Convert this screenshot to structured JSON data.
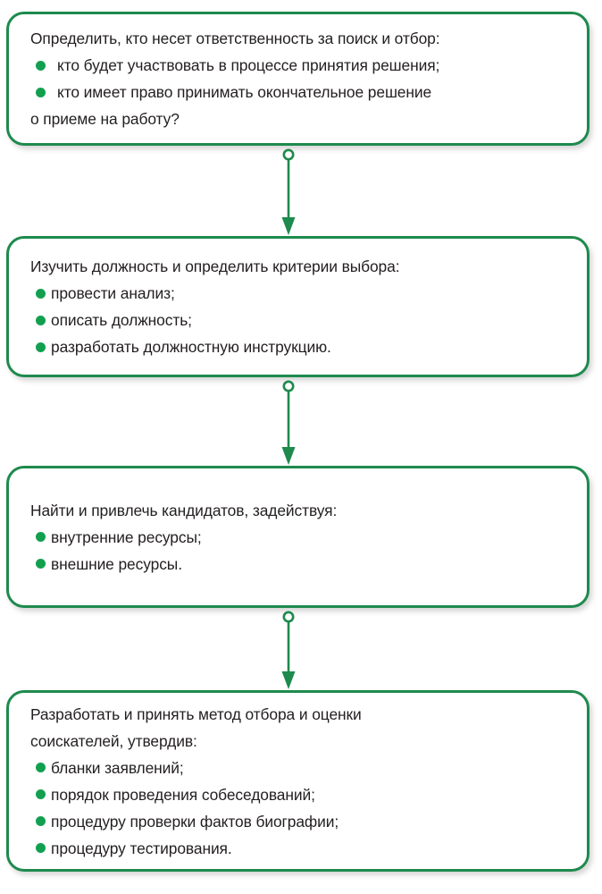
{
  "diagram": {
    "title_text_language": "ru",
    "theme": {
      "border_color": "#1e8a4d",
      "bullet_color": "#12a050",
      "text_color": "#231f20",
      "background_color": "#ffffff",
      "connector_color": "#1e8a4d"
    },
    "nodes": [
      {
        "id": "node-1",
        "bullet_gap": "wide",
        "lines": [
          {
            "type": "text",
            "text": "Определить, кто несет ответственность за поиск и отбор:"
          },
          {
            "type": "bullet",
            "text": "кто будет участвовать в процессе принятия решения;"
          },
          {
            "type": "bullet",
            "text": "кто имеет право принимать окончательное решение"
          },
          {
            "type": "text",
            "text": "о приеме на работу?"
          }
        ]
      },
      {
        "id": "node-2",
        "bullet_gap": "tight",
        "lines": [
          {
            "type": "text",
            "text": "Изучить должность и определить критерии выбора:"
          },
          {
            "type": "bullet",
            "text": "провести анализ;"
          },
          {
            "type": "bullet",
            "text": "описать должность;"
          },
          {
            "type": "bullet",
            "text": "разработать должностную инструкцию."
          }
        ]
      },
      {
        "id": "node-3",
        "bullet_gap": "tight",
        "lines": [
          {
            "type": "text",
            "text": "Найти и привлечь кандидатов, задействуя:"
          },
          {
            "type": "bullet",
            "text": "внутренние ресурсы;"
          },
          {
            "type": "bullet",
            "text": "внешние ресурсы."
          }
        ]
      },
      {
        "id": "node-4",
        "bullet_gap": "tight",
        "lines": [
          {
            "type": "text",
            "text": "Разработать и принять метод отбора и оценки"
          },
          {
            "type": "text",
            "text": "соискателей, утвердив:"
          },
          {
            "type": "bullet",
            "text": "бланки заявлений;"
          },
          {
            "type": "bullet",
            "text": "порядок проведения собеседований;"
          },
          {
            "type": "bullet",
            "text": "процедуру проверки фактов биографии;"
          },
          {
            "type": "bullet",
            "text": "процедуру тестирования."
          }
        ]
      }
    ],
    "connectors": [
      {
        "id": "connector-1",
        "from": "node-1",
        "to": "node-2",
        "start_marker": "circle",
        "end_marker": "arrow"
      },
      {
        "id": "connector-2",
        "from": "node-2",
        "to": "node-3",
        "start_marker": "circle",
        "end_marker": "arrow"
      },
      {
        "id": "connector-3",
        "from": "node-3",
        "to": "node-4",
        "start_marker": "circle",
        "end_marker": "arrow"
      }
    ]
  }
}
